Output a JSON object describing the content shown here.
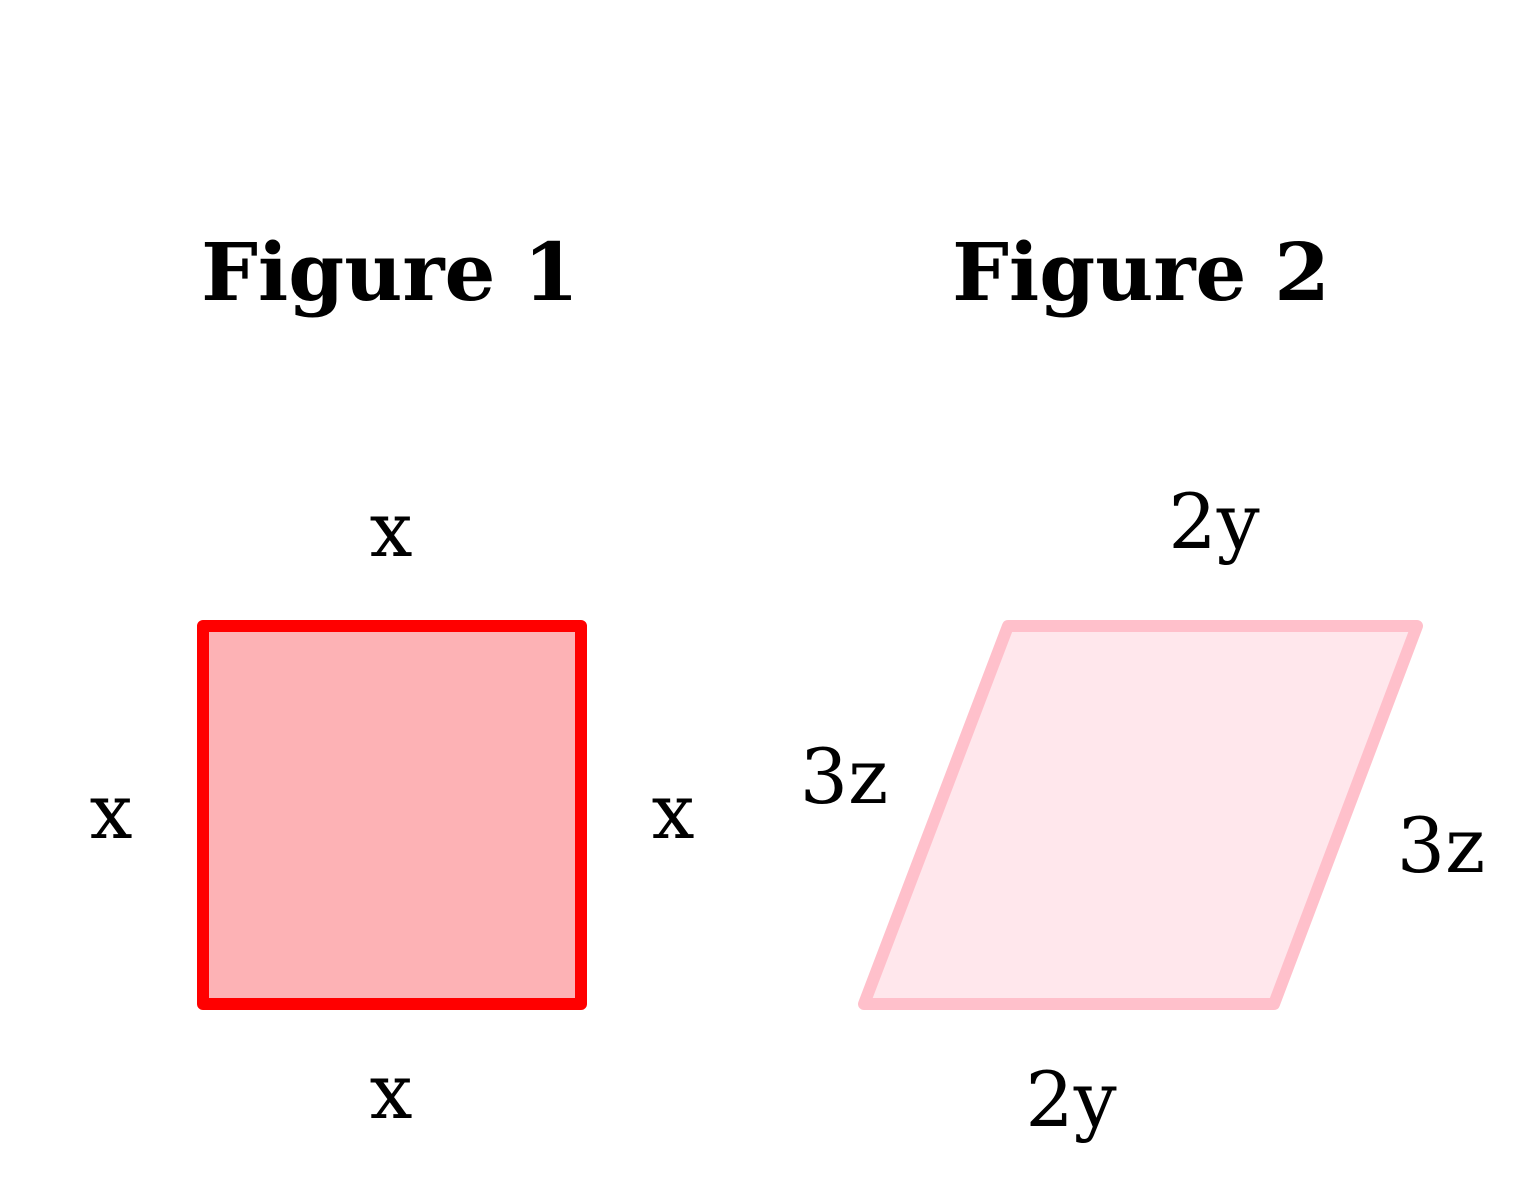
{
  "figures": [
    {
      "title": "Figure 1",
      "shape": "square",
      "fill_color": "#fdb2b5",
      "stroke_color": "#ff0000",
      "labels": {
        "top": "x",
        "bottom": "x",
        "left": "x",
        "right": "x"
      }
    },
    {
      "title": "Figure 2",
      "shape": "parallelogram",
      "fill_color": "#ffe7ec",
      "stroke_color": "#ffc0cb",
      "labels": {
        "top": "2y",
        "bottom": "2y",
        "left": "3z",
        "right": "3z"
      }
    }
  ]
}
